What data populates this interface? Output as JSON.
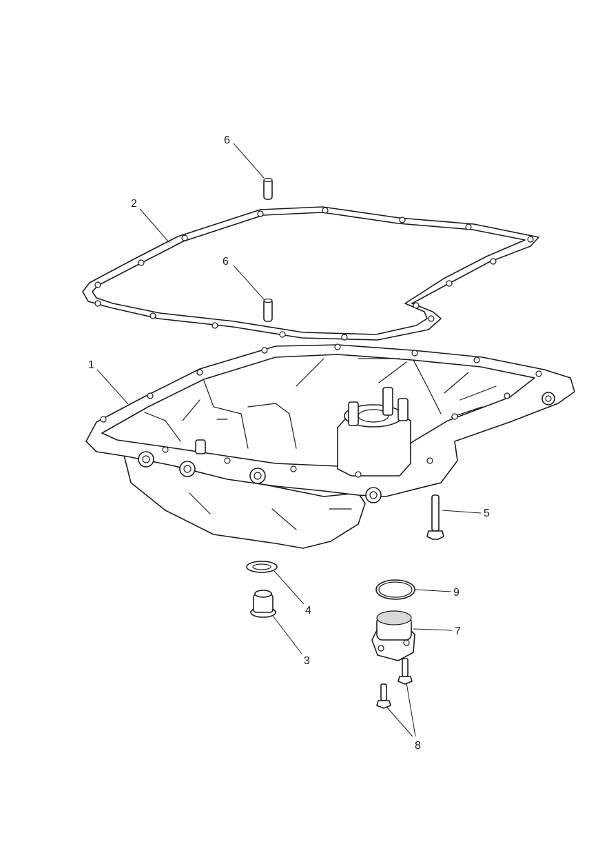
{
  "callouts": [
    {
      "id": "c1",
      "text": "1"
    },
    {
      "id": "c2",
      "text": "2"
    },
    {
      "id": "c3",
      "text": "3"
    },
    {
      "id": "c4",
      "text": "4"
    },
    {
      "id": "c5",
      "text": "5"
    },
    {
      "id": "c6a",
      "text": "6"
    },
    {
      "id": "c6b",
      "text": "6"
    },
    {
      "id": "c7",
      "text": "7"
    },
    {
      "id": "c8",
      "text": "8"
    },
    {
      "id": "c9",
      "text": "9"
    }
  ]
}
